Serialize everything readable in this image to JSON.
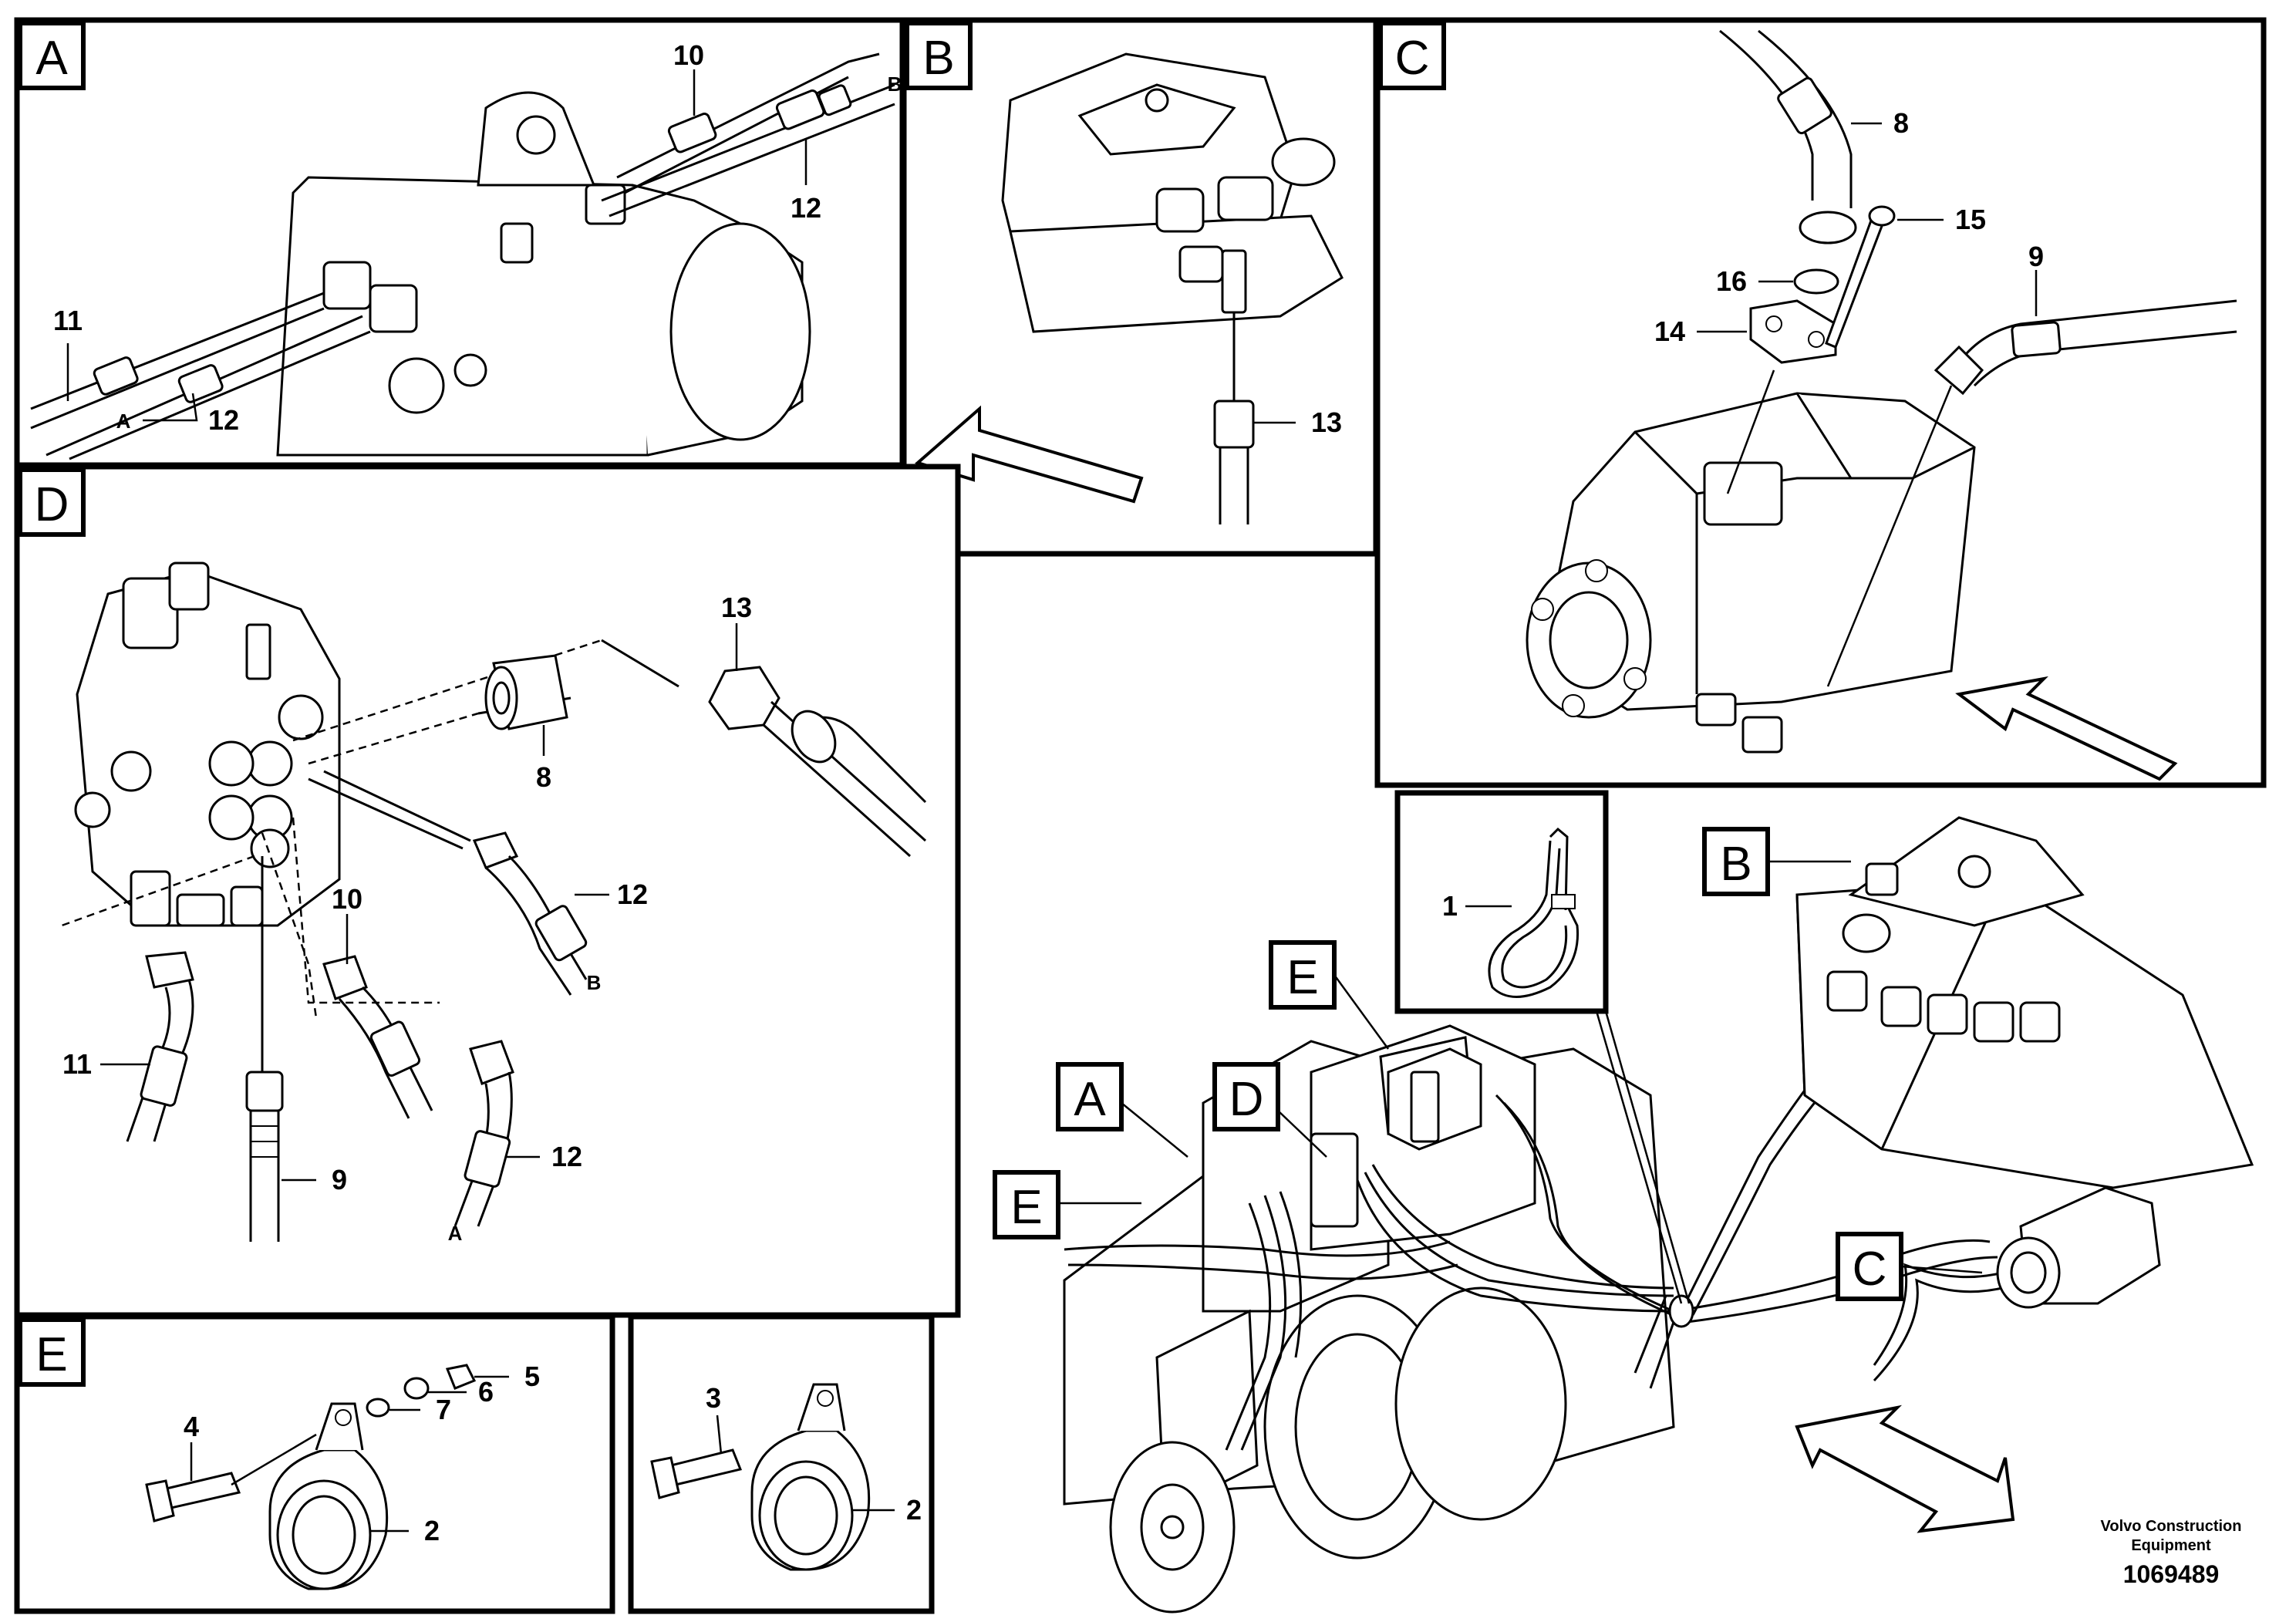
{
  "panels": {
    "A": {
      "label": "A",
      "callouts": {
        "c10": "10",
        "c12a": "12",
        "c11": "11",
        "c12b": "12",
        "endA": "A",
        "endB": "B"
      }
    },
    "B": {
      "label": "B",
      "callouts": {
        "c13": "13"
      }
    },
    "C": {
      "label": "C",
      "callouts": {
        "c8": "8",
        "c15": "15",
        "c16": "16",
        "c14": "14",
        "c9": "9"
      }
    },
    "D": {
      "label": "D",
      "callouts": {
        "c13": "13",
        "c8": "8",
        "c12a": "12",
        "endB": "B",
        "c10": "10",
        "c11": "11",
        "c9": "9",
        "c12b": "12",
        "endA": "A"
      }
    },
    "E": {
      "label": "E",
      "callouts": {
        "c4": "4",
        "c5": "5",
        "c6": "6",
        "c7": "7",
        "c2": "2"
      }
    },
    "E2": {
      "callouts": {
        "c3": "3",
        "c2": "2"
      }
    },
    "cable_tie": {
      "callouts": {
        "c1": "1"
      }
    },
    "overview": {
      "labels": {
        "A": "A",
        "B": "B",
        "C": "C",
        "D": "D",
        "E1": "E",
        "E2": "E"
      }
    }
  },
  "footer": {
    "brand_line1": "Volvo Construction",
    "brand_line2": "Equipment",
    "figure_number": "1069489"
  }
}
